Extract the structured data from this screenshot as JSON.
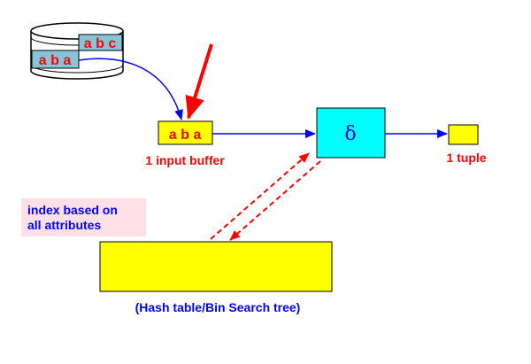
{
  "disk": {
    "block_top": "a b c",
    "block_bottom": "a b a"
  },
  "input_buffer": {
    "content": "a b a",
    "caption": "1 input buffer"
  },
  "operator": {
    "symbol": "δ"
  },
  "output": {
    "caption": "1 tuple"
  },
  "index_note": {
    "line1": "index based on",
    "line2": "all attributes"
  },
  "index_structure": {
    "caption": "(Hash table/Bin Search tree)"
  },
  "colors": {
    "disk_block": "#87c4d8",
    "buffer_fill": "#ffff00",
    "operator_fill": "#00ffff",
    "index_fill": "#ffff00",
    "note_bg": "#ffe0e6",
    "red": "#ff0000",
    "blue": "#0000ff"
  }
}
